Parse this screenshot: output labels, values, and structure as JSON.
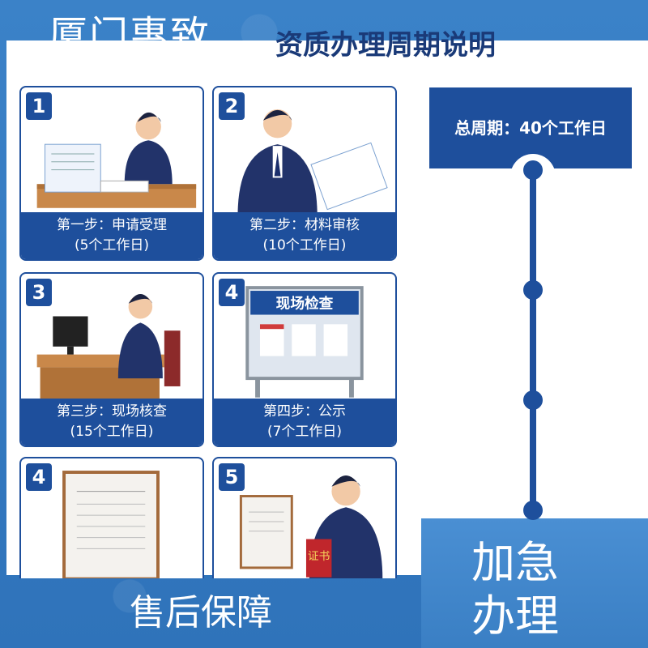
{
  "brand": "厦门惠致",
  "title": "资质办理周期说明",
  "total": "总周期：40个工作日",
  "steps": [
    {
      "num": "1",
      "line1": "第一步：申请受理",
      "line2": "(5个工作日)"
    },
    {
      "num": "2",
      "line1": "第二步：材料审核",
      "line2": "(10个工作日)"
    },
    {
      "num": "3",
      "line1": "第三步：现场核查",
      "line2": "(15个工作日)"
    },
    {
      "num": "4",
      "line1": "第四步：公示",
      "line2": "(7个工作日)"
    },
    {
      "num": "4",
      "line1": "",
      "line2": ""
    },
    {
      "num": "5",
      "line1": "",
      "line2": ""
    }
  ],
  "board_title": "现场检查",
  "certificate_badge": "证书",
  "after_sales": "售后保障",
  "urgent_line1": "加急",
  "urgent_line2": "办理"
}
